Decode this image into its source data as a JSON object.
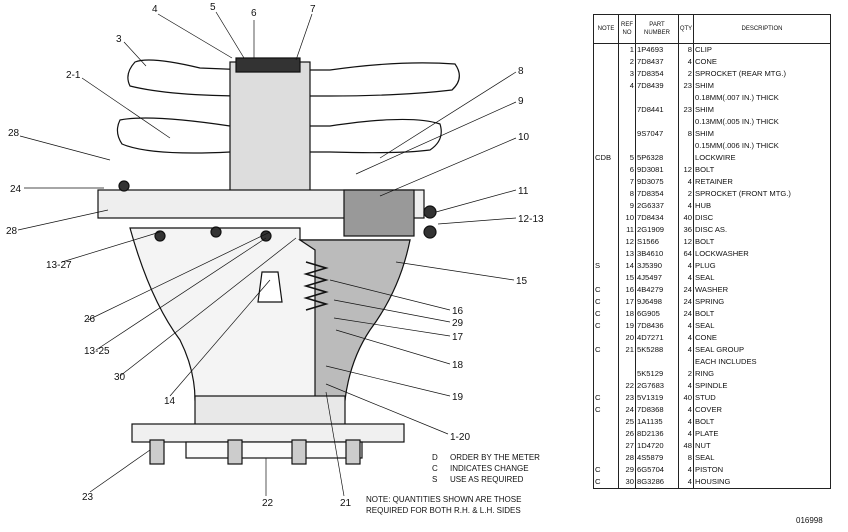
{
  "callouts": [
    "4",
    "5",
    "6",
    "7",
    "3",
    "2-1",
    "8",
    "9",
    "10",
    "28",
    "24",
    "11",
    "12-13",
    "28",
    "13-27",
    "15",
    "26",
    "16",
    "29",
    "13-25",
    "17",
    "18",
    "30",
    "14",
    "19",
    "1-20",
    "23",
    "22",
    "21"
  ],
  "legend": [
    {
      "code": "D",
      "text": "ORDER BY THE METER"
    },
    {
      "code": "C",
      "text": "INDICATES CHANGE"
    },
    {
      "code": "S",
      "text": "USE AS REQUIRED"
    }
  ],
  "quantity_note": [
    "NOTE: QUANTITIES SHOWN ARE THOSE",
    "REQUIRED FOR BOTH R.H. & L.H. SIDES"
  ],
  "table": {
    "headers": {
      "note": "NOTE",
      "ref": "REF NO",
      "part": "PART NUMBER",
      "qty": "QTY",
      "desc": "DESCRIPTION"
    },
    "rows": [
      {
        "note": "",
        "ref": "1",
        "part": "1P4693",
        "qty": "8",
        "desc": "CLIP"
      },
      {
        "note": "",
        "ref": "2",
        "part": "7D8437",
        "qty": "4",
        "desc": "CONE"
      },
      {
        "note": "",
        "ref": "3",
        "part": "7D8354",
        "qty": "2",
        "desc": "SPROCKET (REAR MTG.)"
      },
      {
        "note": "",
        "ref": "4",
        "part": "7D8439",
        "qty": "23",
        "desc": "SHIM"
      },
      {
        "note": "",
        "ref": "",
        "part": "",
        "qty": "",
        "desc": "   0.18MM(.007 IN.) THICK"
      },
      {
        "note": "",
        "ref": "",
        "part": "7D8441",
        "qty": "23",
        "desc": "SHIM"
      },
      {
        "note": "",
        "ref": "",
        "part": "",
        "qty": "",
        "desc": "   0.13MM(.005 IN.) THICK"
      },
      {
        "note": "",
        "ref": "",
        "part": "9S7047",
        "qty": "8",
        "desc": "SHIM"
      },
      {
        "note": "",
        "ref": "",
        "part": "",
        "qty": "",
        "desc": "   0.15MM(.006 IN.) THICK"
      },
      {
        "note": "CDB",
        "ref": "5",
        "part": "5P6328",
        "qty": "",
        "desc": "LOCKWIRE"
      },
      {
        "note": "",
        "ref": "6",
        "part": "9D3081",
        "qty": "12",
        "desc": "BOLT"
      },
      {
        "note": "",
        "ref": "7",
        "part": "9D3075",
        "qty": "4",
        "desc": "RETAINER"
      },
      {
        "note": "",
        "ref": "8",
        "part": "7D8354",
        "qty": "2",
        "desc": "SPROCKET (FRONT MTG.)"
      },
      {
        "note": "",
        "ref": "9",
        "part": "2G6337",
        "qty": "4",
        "desc": "HUB"
      },
      {
        "note": "",
        "ref": "10",
        "part": "7D8434",
        "qty": "40",
        "desc": "DISC"
      },
      {
        "note": "",
        "ref": "11",
        "part": "2G1909",
        "qty": "36",
        "desc": "DISC AS."
      },
      {
        "note": "",
        "ref": "12",
        "part": "S1566",
        "qty": "12",
        "desc": "BOLT"
      },
      {
        "note": "",
        "ref": "13",
        "part": "3B4610",
        "qty": "64",
        "desc": "LOCKWASHER"
      },
      {
        "note": "S",
        "ref": "14",
        "part": "3J5390",
        "qty": "4",
        "desc": "PLUG"
      },
      {
        "note": "",
        "ref": "15",
        "part": "4J5497",
        "qty": "4",
        "desc": "SEAL"
      },
      {
        "note": "C",
        "ref": "16",
        "part": "4B4279",
        "qty": "24",
        "desc": "WASHER"
      },
      {
        "note": "C",
        "ref": "17",
        "part": "9J6498",
        "qty": "24",
        "desc": "SPRING"
      },
      {
        "note": "C",
        "ref": "18",
        "part": "6G905",
        "qty": "24",
        "desc": "BOLT"
      },
      {
        "note": "C",
        "ref": "19",
        "part": "7D8436",
        "qty": "4",
        "desc": "SEAL"
      },
      {
        "note": "",
        "ref": "20",
        "part": "4D7271",
        "qty": "4",
        "desc": "CONE"
      },
      {
        "note": "C",
        "ref": "21",
        "part": "5K5288",
        "qty": "4",
        "desc": "SEAL GROUP"
      },
      {
        "note": "",
        "ref": "",
        "part": "",
        "qty": "",
        "desc": "   EACH INCLUDES"
      },
      {
        "note": "",
        "ref": "",
        "part": "5K5129",
        "qty": "2",
        "desc": "RING"
      },
      {
        "note": "",
        "ref": "22",
        "part": "2G7683",
        "qty": "4",
        "desc": "SPINDLE"
      },
      {
        "note": "C",
        "ref": "23",
        "part": "5V1319",
        "qty": "40",
        "desc": "STUD"
      },
      {
        "note": "C",
        "ref": "24",
        "part": "7D8368",
        "qty": "4",
        "desc": "COVER"
      },
      {
        "note": "",
        "ref": "25",
        "part": "1A1135",
        "qty": "4",
        "desc": "BOLT"
      },
      {
        "note": "",
        "ref": "26",
        "part": "8D2136",
        "qty": "4",
        "desc": "PLATE"
      },
      {
        "note": "",
        "ref": "27",
        "part": "1D4720",
        "qty": "48",
        "desc": "NUT"
      },
      {
        "note": "",
        "ref": "28",
        "part": "4S5879",
        "qty": "8",
        "desc": "SEAL"
      },
      {
        "note": "C",
        "ref": "29",
        "part": "6G5704",
        "qty": "4",
        "desc": "PISTON"
      },
      {
        "note": "C",
        "ref": "30",
        "part": "8G3286",
        "qty": "4",
        "desc": "HOUSING"
      }
    ]
  },
  "drawing_number": "016998",
  "colors": {
    "ink": "#111111",
    "paper": "#ffffff",
    "shade": "#555555"
  }
}
